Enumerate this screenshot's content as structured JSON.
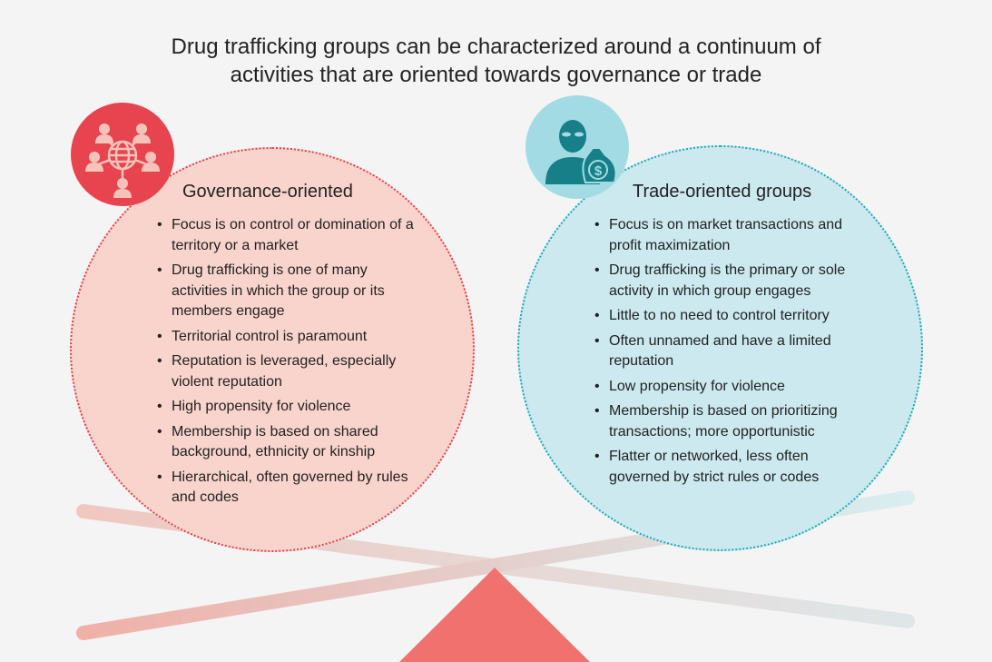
{
  "title": {
    "line1": "Drug trafficking groups can be characterized around a continuum of",
    "line2": "activities that are oriented towards governance or trade"
  },
  "governance": {
    "icon": "network-globe-people-icon",
    "heading": "Governance-oriented",
    "color": "#e8444f",
    "bullets": [
      "Focus is on control or domination of a territory or a market",
      "Drug trafficking is one of many activities in which the group or its members engage",
      "Territorial control is paramount",
      "Reputation is leveraged, especially violent reputation",
      "High propensity for violence",
      "Membership is based on shared background, ethnicity or kinship",
      "Hierarchical, often governed by rules and codes"
    ]
  },
  "trade": {
    "icon": "masked-person-money-bag-icon",
    "heading": "Trade-oriented groups",
    "color": "#1fa9b8",
    "bullets": [
      "Focus is on market transactions and profit maximization",
      "Drug trafficking is the primary or sole activity in which group engages",
      "Little to no need to control territory",
      "Often unnamed and have a limited reputation",
      "Low propensity for violence",
      "Membership is based on prioritizing transactions; more opportunistic",
      "Flatter or networked, less often governed by strict rules or codes"
    ]
  }
}
